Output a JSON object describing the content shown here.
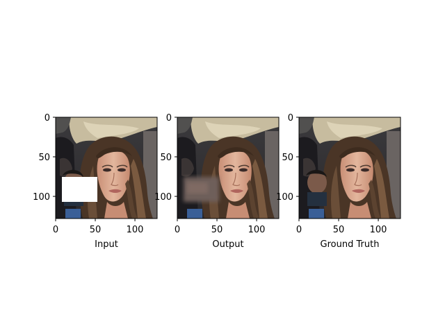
{
  "chart_data": [
    {
      "type": "image",
      "xlabel": "Input",
      "xticks": [
        0,
        50,
        100
      ],
      "yticks": [
        0,
        50,
        100
      ],
      "xlim": [
        0,
        128
      ],
      "ylim": [
        128,
        0
      ],
      "image_content": "face-portrait-with-white-mask",
      "mask_region": {
        "x": [
          8,
          53
        ],
        "y": [
          76,
          108
        ]
      }
    },
    {
      "type": "image",
      "xlabel": "Output",
      "xticks": [
        0,
        50,
        100
      ],
      "yticks": [
        0,
        50,
        100
      ],
      "xlim": [
        0,
        128
      ],
      "ylim": [
        128,
        0
      ],
      "image_content": "face-portrait-inpainted"
    },
    {
      "type": "image",
      "xlabel": "Ground Truth",
      "xticks": [
        0,
        50,
        100
      ],
      "yticks": [
        0,
        50,
        100
      ],
      "xlim": [
        0,
        128
      ],
      "ylim": [
        128,
        0
      ],
      "image_content": "face-portrait-original"
    }
  ],
  "colors": {
    "hair": "#4a3526",
    "skin": "#d9a88d",
    "background_dark": "#2a2a30",
    "background_light": "#c9c0a8",
    "mask": "#ffffff",
    "inpaint_blur": "#6e5f5a"
  }
}
